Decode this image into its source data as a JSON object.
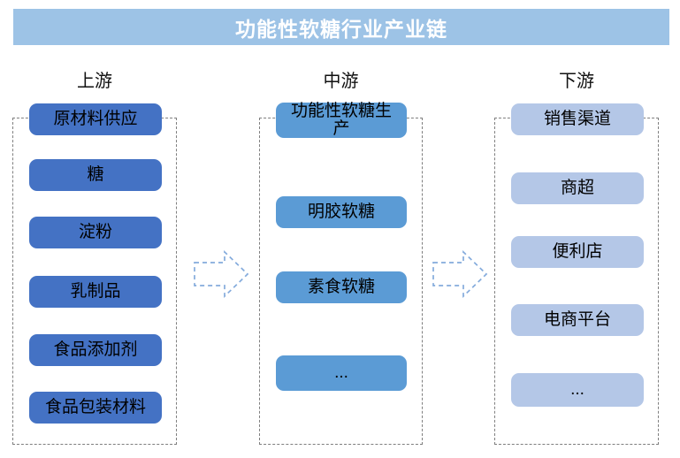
{
  "title": "功能性软糖行业产业链",
  "columns": [
    {
      "header": "上游",
      "items": [
        "原材料供应",
        "糖",
        "淀粉",
        "乳制品",
        "食品添加剂",
        "食品包装材料"
      ]
    },
    {
      "header": "中游",
      "items": [
        "功能性软糖生产",
        "明胶软糖",
        "素食软糖",
        "..."
      ]
    },
    {
      "header": "下游",
      "items": [
        "销售渠道",
        "商超",
        "便利店",
        "电商平台",
        "..."
      ]
    }
  ],
  "icons": {
    "flow_arrow": "dashed-right-block-arrow"
  },
  "colors": {
    "background": "#FFFFFF",
    "header_bg": "#9DC3E6",
    "header_text": "#FFFFFF",
    "upstream_box": "#4472C4",
    "midstream_box": "#5B9BD5",
    "downstream_box": "#B4C7E7",
    "box_text": "#000000",
    "group_border": "#7F7F7F",
    "arrow_stroke": "#84ABDC"
  }
}
